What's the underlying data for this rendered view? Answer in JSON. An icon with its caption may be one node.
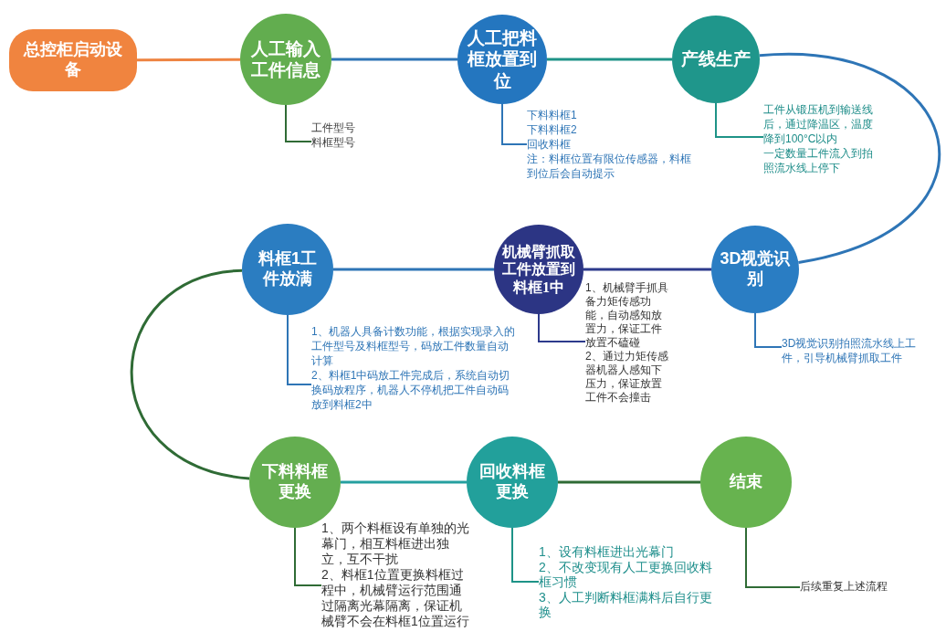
{
  "diagram": {
    "nodes": [
      {
        "text": [
          "总控柜启动设备"
        ]
      },
      {
        "text": [
          "人工输入工件信息"
        ]
      },
      {
        "text": [
          "人工把料框放置到位"
        ]
      },
      {
        "text": [
          "产线生产"
        ]
      },
      {
        "text": [
          "3D视觉识别"
        ]
      },
      {
        "text": [
          "机械臂抓取工件放置到料框1中"
        ]
      },
      {
        "text": [
          "料框1工件放满"
        ]
      },
      {
        "text": [
          "下料料框更换"
        ]
      },
      {
        "text": [
          "回收料框更换"
        ]
      },
      {
        "text": [
          "结束"
        ]
      },
      {
        "text": [
          "工件型号",
          "料框型号"
        ]
      },
      {
        "text": [
          "下料料框1",
          "下料料框2",
          "回收料框",
          "注：料框位置有限位传感器，料框到位后会自动提示"
        ]
      },
      {
        "text": [
          "工件从锻压机到输送线后，通过降温区，温度降到100°C以内",
          "一定数量工件流入到拍照流水线上停下"
        ]
      },
      {
        "text": [
          "3D视觉识别拍照流水线上工件，引导机械臂抓取工件"
        ]
      },
      {
        "text": [
          "1、机械臂手抓具备力矩传感功能，自动感知放置力，保证工件放置不磕碰",
          "2、通过力矩传感器机器人感知下压力，保证放置工件不会撞击"
        ]
      },
      {
        "text": [
          "1、机器人具备计数功能，根据实现录入的工件型号及料框型号，码放工件数量自动计算",
          "2、料框1中码放工件完成后，系统自动切换码放程序，机器人不停机把工件自动码放到料框2中"
        ]
      },
      {
        "text": [
          "1、两个料框设有单独的光幕门，相互料框进出独立，互不干扰",
          "2、料框1位置更换料框过程中，机械臂运行范围通过隔离光幕隔离，保证机械臂不会在料框1位置运行"
        ]
      },
      {
        "text": [
          "1、设有料框进出光幕门",
          "2、不改变现有人工更换回收料框习惯",
          "3、人工判断料框满料后自行更换"
        ]
      },
      {
        "text": [
          "后续重复上述流程"
        ]
      }
    ],
    "edges": [
      {
        "from": 0,
        "to": 1,
        "arrow": "none",
        "color": "#ee8442"
      },
      {
        "from": 1,
        "to": 2,
        "arrow": "none"
      },
      {
        "from": 2,
        "to": 3,
        "arrow": "none",
        "color": "#1e9387"
      },
      {
        "from": 3,
        "to": 4,
        "arrow": "none"
      },
      {
        "from": 4,
        "to": 5,
        "arrow": "none",
        "color": "#2d3a8c"
      },
      {
        "from": 5,
        "to": 6,
        "arrow": "none"
      },
      {
        "from": 6,
        "to": 7,
        "arrow": "none",
        "color": "#2f6b35"
      },
      {
        "from": 7,
        "to": 8,
        "arrow": "none",
        "color": "#25a0a0"
      },
      {
        "from": 8,
        "to": 9,
        "arrow": "none",
        "color": "#2f6b35"
      },
      {
        "from": 10,
        "to": 1,
        "arrow": "none",
        "color": "#2f6b35"
      },
      {
        "from": 11,
        "to": 2,
        "arrow": "none"
      },
      {
        "from": 12,
        "to": 3,
        "arrow": "none",
        "color": "#1e9387"
      },
      {
        "from": 13,
        "to": 4,
        "arrow": "none"
      },
      {
        "from": 14,
        "to": 5,
        "arrow": "none",
        "color": "#2d3a8c"
      },
      {
        "from": 15,
        "to": 6,
        "arrow": "none"
      },
      {
        "from": 16,
        "to": 7,
        "arrow": "none",
        "color": "#2f6b35"
      },
      {
        "from": 17,
        "to": 8,
        "arrow": "none",
        "color": "#1e9387"
      },
      {
        "from": 18,
        "to": 9,
        "arrow": "none",
        "color": "#2f6b35"
      }
    ]
  }
}
